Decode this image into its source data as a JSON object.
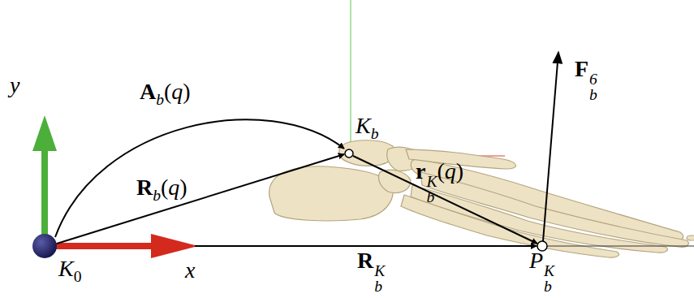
{
  "diagram": {
    "labels": [
      "y",
      "Ab(q)",
      "Kb",
      "Fb6",
      "Rb(q)",
      "rbK(q)",
      "K0",
      "x",
      "RbK",
      "PbK"
    ]
  }
}
